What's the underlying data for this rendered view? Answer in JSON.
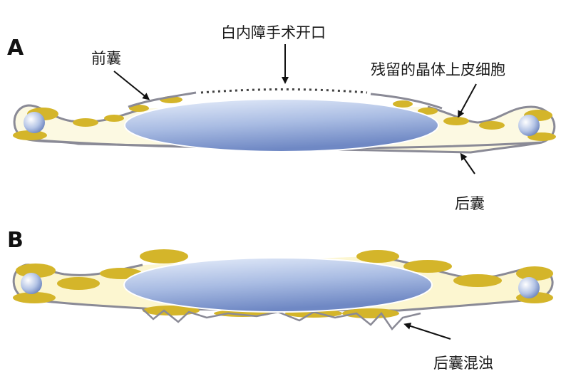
{
  "panels": {
    "a": {
      "letter": "A",
      "labels": {
        "incision": "白内障手术开口",
        "anterior_capsule": "前囊",
        "residual_cells": "残留的晶体上皮细胞",
        "posterior_capsule": "后囊"
      }
    },
    "b": {
      "letter": "B",
      "labels": {
        "posterior_opacification": "后囊混浊"
      }
    }
  },
  "colors": {
    "capsule_fill": "#fbf7d8",
    "capsule_edge": "#8a8a96",
    "cells": "#d4b52a",
    "lens_light": "#e6eefa",
    "lens_dark": "#6f88c4",
    "haptic_light": "#f4f8ff",
    "haptic_dark": "#7c93c8",
    "arrow": "#111111"
  }
}
